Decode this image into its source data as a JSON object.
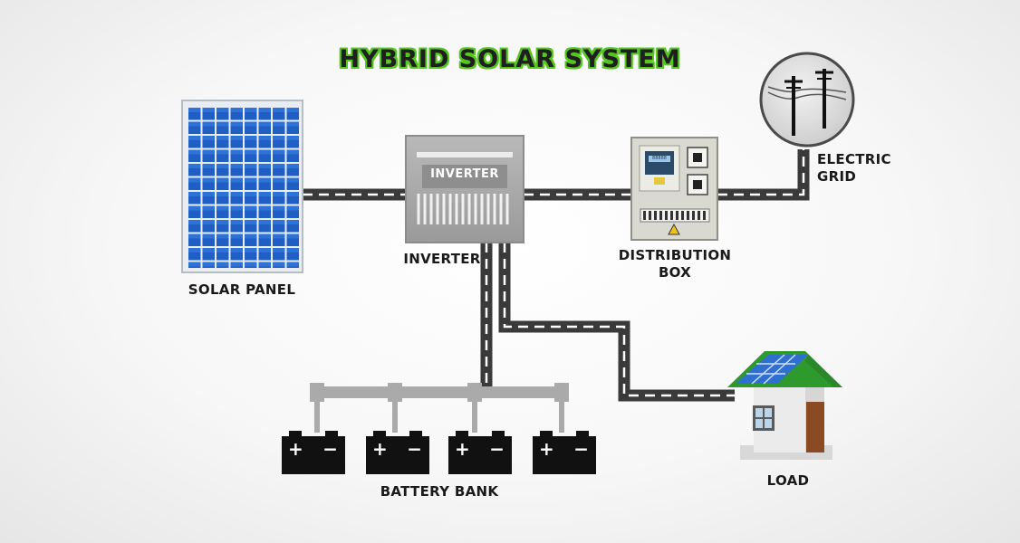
{
  "title": "HYBRID SOLAR SYSTEM",
  "labels": {
    "solar_panel": "SOLAR PANEL",
    "inverter": "INVERTER",
    "inverter_panel_text": "INVERTER",
    "distribution_box_line1": "DISTRIBUTION",
    "distribution_box_line2": "BOX",
    "electric_grid_line1": "ELECTRIC",
    "electric_grid_line2": "GRID",
    "battery_bank": "BATTERY BANK",
    "load": "LOAD",
    "battery_plus": "+",
    "battery_minus": "−",
    "meter_display": "88888"
  },
  "colors": {
    "title_outline": "#55c61e",
    "cable": "#3a3a3a",
    "cable_stripe": "#ffffff",
    "solar_cell": "#1f5fc4",
    "roof_solar": "#2f6fd0",
    "roof_trim": "#2e9a2e",
    "battery": "#111111",
    "door": "#8a4a24"
  },
  "icons": [
    "solar-panel-icon",
    "inverter-icon",
    "distribution-box-icon",
    "power-pole-icon",
    "battery-icon",
    "house-icon"
  ]
}
